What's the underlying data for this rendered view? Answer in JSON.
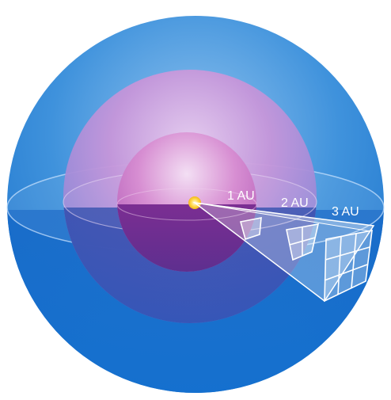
{
  "labels": {
    "au1": "1 AU",
    "au2": "2 AU",
    "au3": "3 AU"
  },
  "colors": {
    "background": "#ffffff",
    "outer_sphere": "#2d86d6",
    "outer_sphere_dark": "#0f5fb5",
    "middle_sphere": "#b77bd0",
    "inner_sphere": "#c86fc0",
    "inner_sphere_dark": "#8a2f8f",
    "sun": "#ffd84a",
    "label": "#ffffff"
  }
}
